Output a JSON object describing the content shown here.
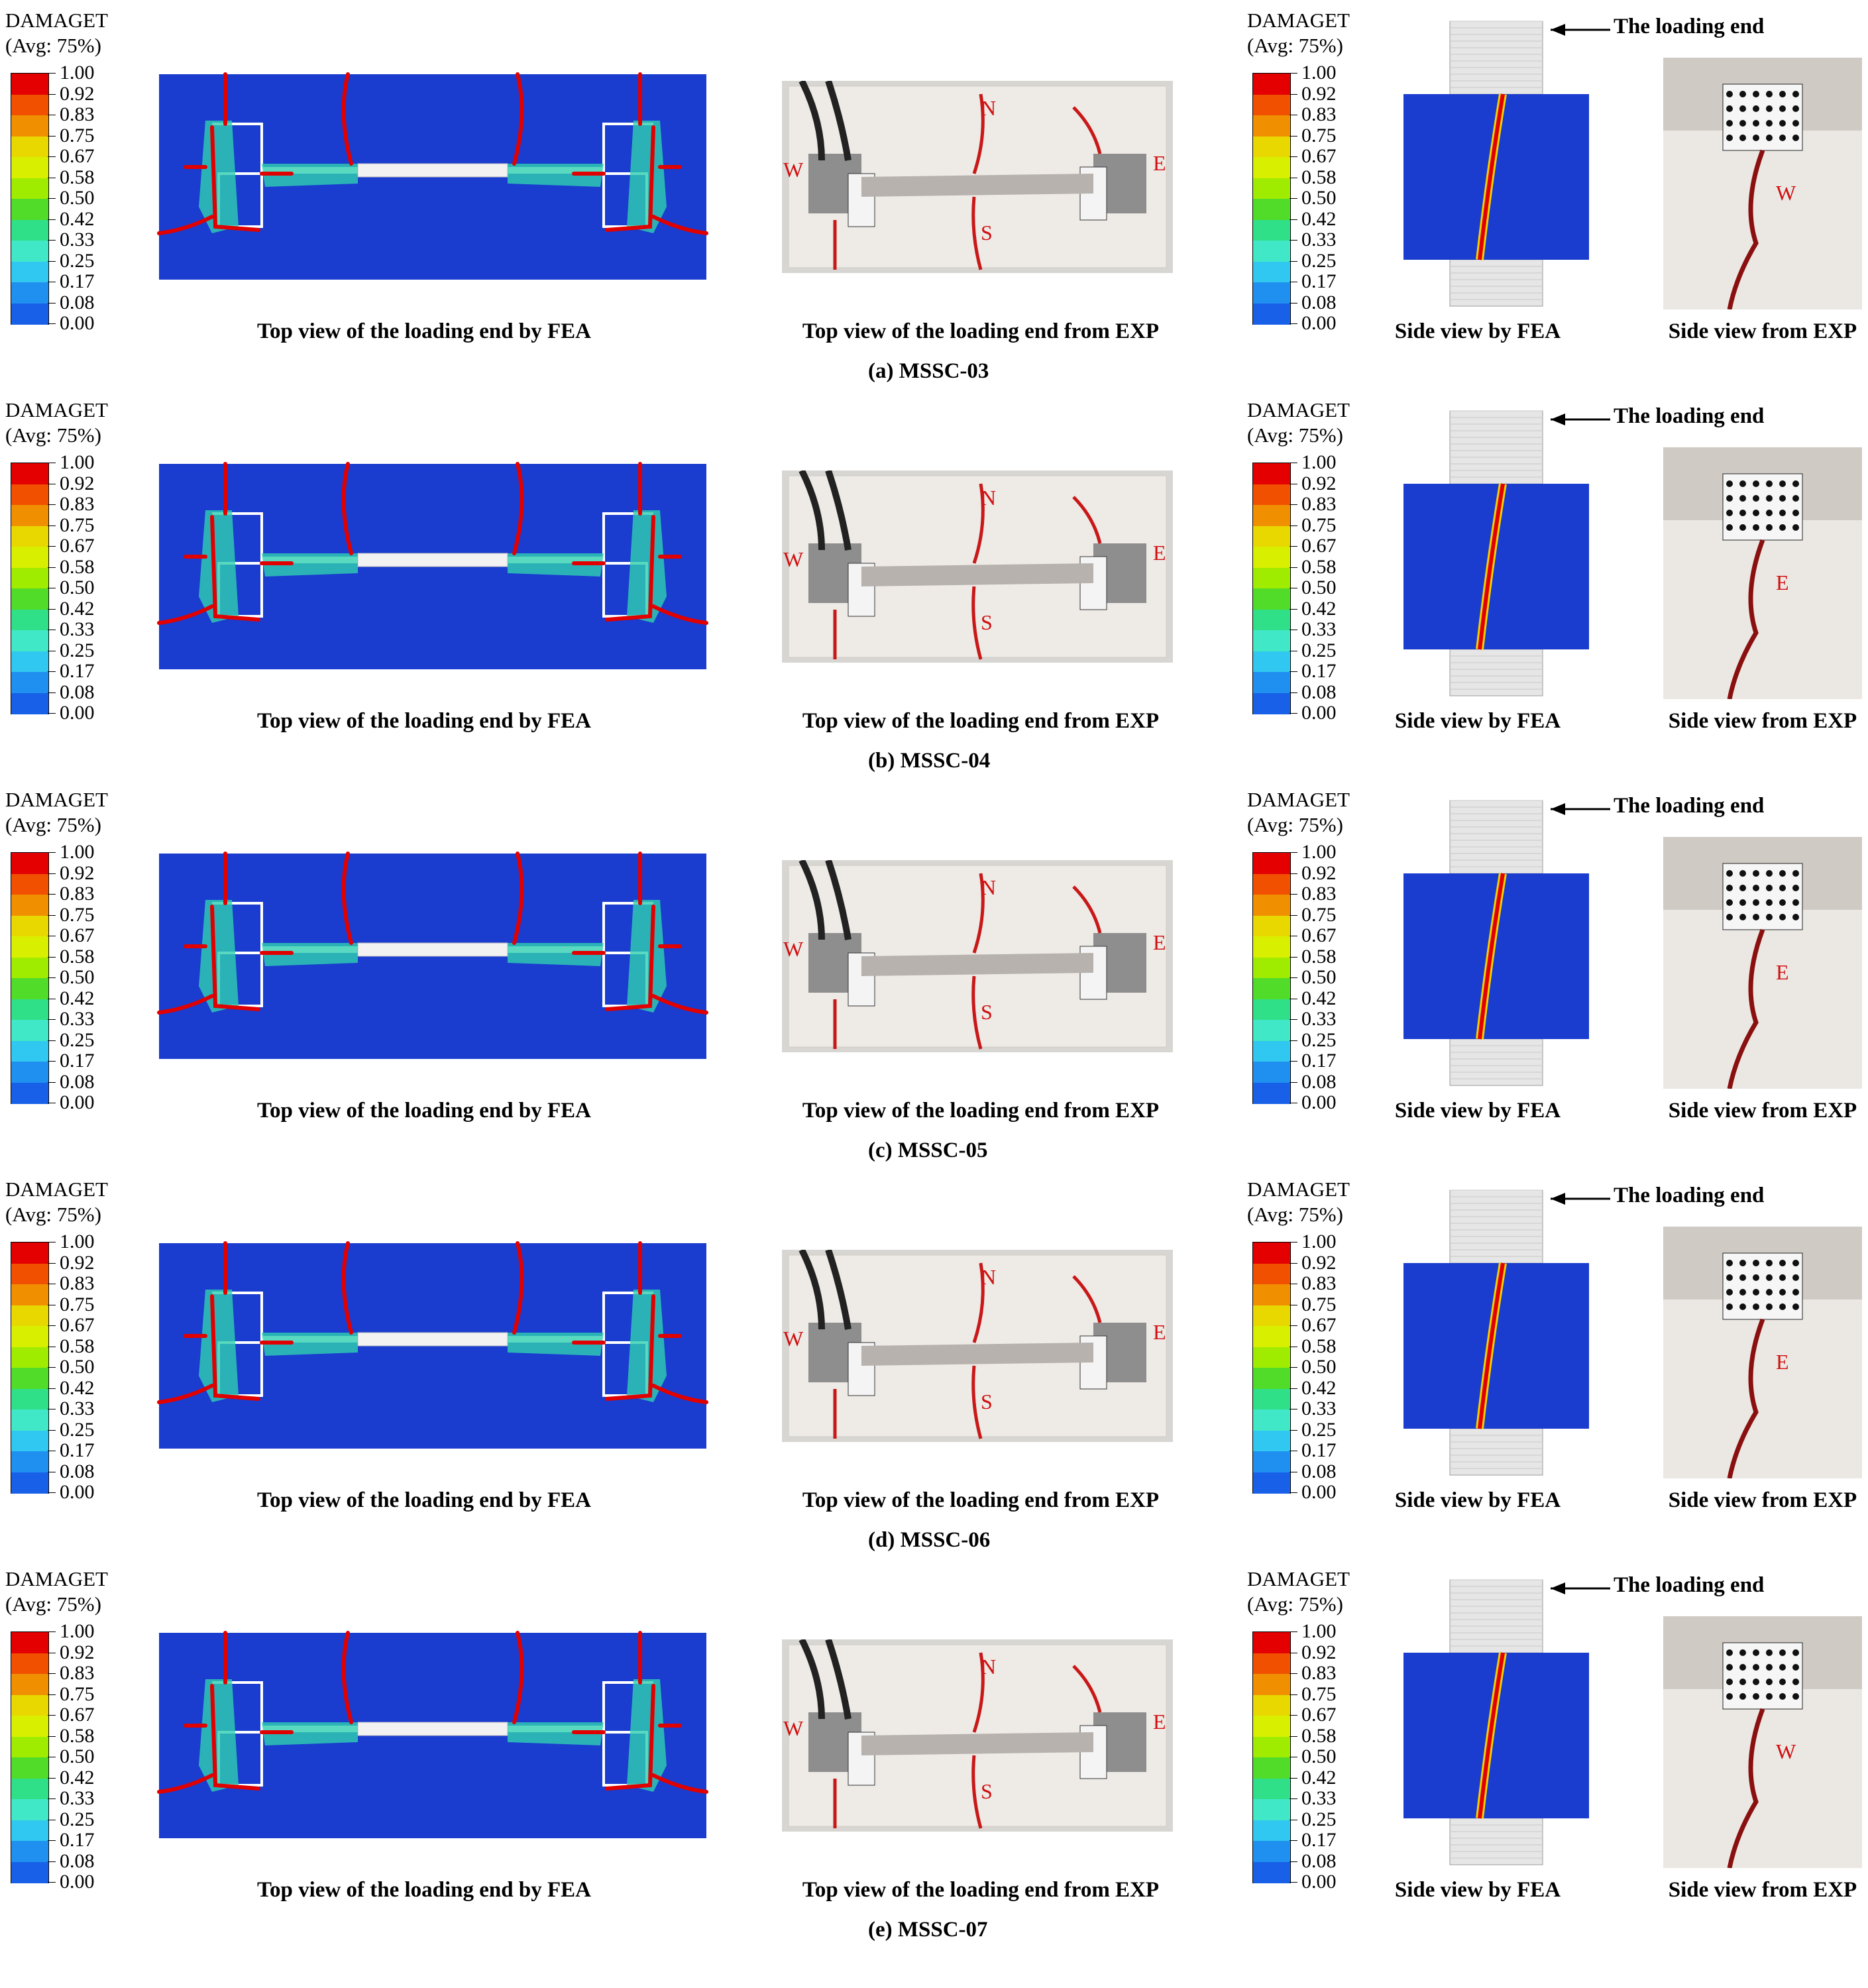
{
  "legend": {
    "title": "DAMAGET",
    "subtitle": "(Avg: 75%)",
    "values": [
      "1.00",
      "0.92",
      "0.83",
      "0.75",
      "0.67",
      "0.58",
      "0.50",
      "0.42",
      "0.33",
      "0.25",
      "0.17",
      "0.08",
      "0.00"
    ],
    "colors": [
      "#e40000",
      "#f05000",
      "#f09000",
      "#e8d800",
      "#d8f000",
      "#a0ec00",
      "#50dc28",
      "#30e088",
      "#40e8c8",
      "#30c8f0",
      "#2090f0",
      "#1860e8",
      "#0020e0"
    ]
  },
  "labels": {
    "top_fea": "Top view of the loading end by FEA",
    "top_exp": "Top view of the loading end from EXP",
    "side_fea": "Side view  by FEA",
    "side_exp": "Side view  from EXP",
    "loading_end": "The loading end",
    "N": "N",
    "S": "S",
    "W": "W",
    "E": "E"
  },
  "rows": [
    {
      "caption": "(a) MSSC-03",
      "side_letter": "W"
    },
    {
      "caption": "(b) MSSC-04",
      "side_letter": "E"
    },
    {
      "caption": "(c) MSSC-05",
      "side_letter": "E"
    },
    {
      "caption": "(d) MSSC-06",
      "side_letter": "E"
    },
    {
      "caption": "(e) MSSC-07",
      "side_letter": "W"
    }
  ]
}
